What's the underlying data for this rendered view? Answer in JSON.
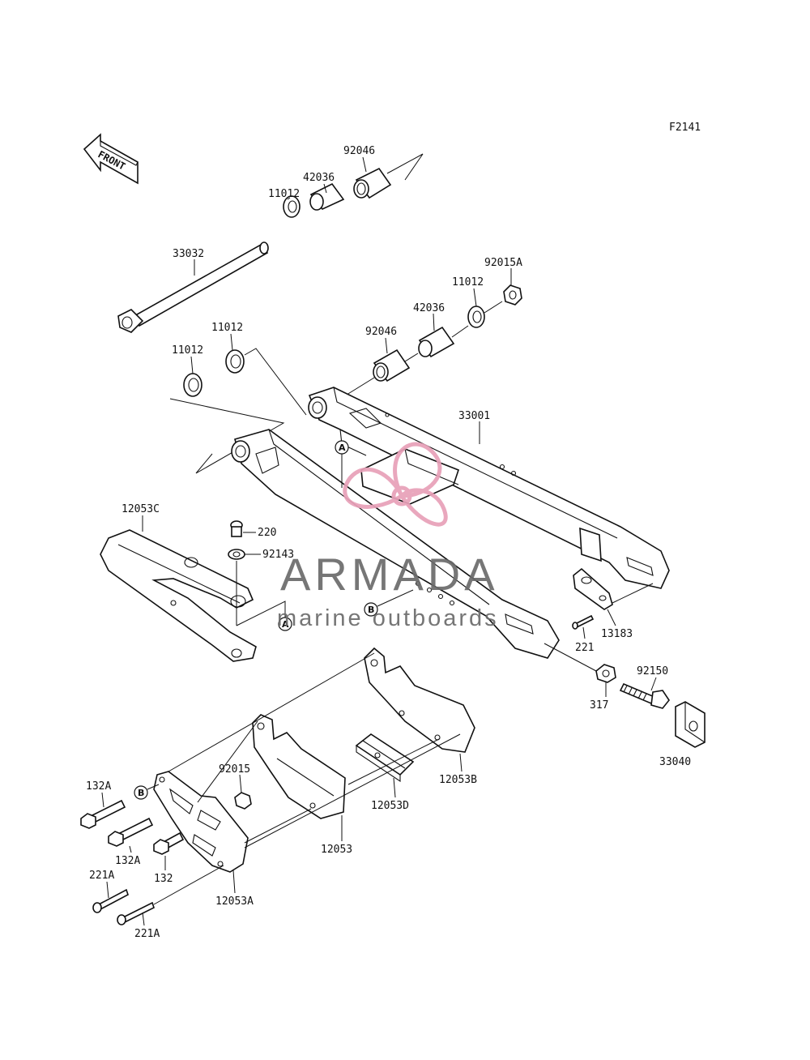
{
  "figure_code": "F2141",
  "front_arrow": {
    "label": "FRONT",
    "icon": "front-arrow-icon"
  },
  "ref_markers": [
    "A",
    "A",
    "B",
    "B"
  ],
  "watermark": {
    "brand": "ARMADA",
    "tagline": "marine outboards",
    "logo_color": "#e8a0b8",
    "text_color": "#6b6b6b"
  },
  "parts": {
    "p92046_top": "92046",
    "p42036_top": "42036",
    "p11012_top": "11012",
    "p33032": "33032",
    "p92015A": "92015A",
    "p11012_right": "11012",
    "p42036_mid": "42036",
    "p92046_mid": "92046",
    "p11012_left1": "11012",
    "p11012_left2": "11012",
    "p33001": "33001",
    "p12053C": "12053C",
    "p220": "220",
    "p92143": "92143",
    "p221": "221",
    "p13183": "13183",
    "p92150": "92150",
    "p317": "317",
    "p33040": "33040",
    "p92015": "92015",
    "p132A_1": "132A",
    "p132A_2": "132A",
    "p132": "132",
    "p12053B": "12053B",
    "p12053D": "12053D",
    "p12053": "12053",
    "p221A_1": "221A",
    "p221A_2": "221A",
    "p12053A": "12053A"
  }
}
